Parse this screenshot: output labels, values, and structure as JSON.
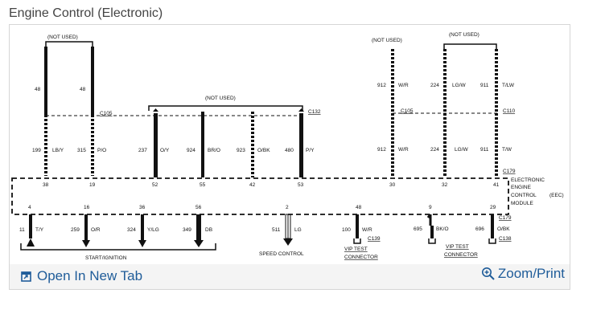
{
  "page": {
    "title": "Engine Control (Electronic)"
  },
  "footer": {
    "open_label": "Open In New Tab",
    "zoom_label": "Zoom/Print",
    "open_icon": "open-new-tab-icon",
    "zoom_icon": "zoom-in-icon"
  },
  "diagram": {
    "not_used": "(NOT USED)",
    "wires_top_left": [
      {
        "circuit": "48",
        "pin": "38",
        "lower_circuit": "199",
        "lower_color": "LB/Y"
      },
      {
        "circuit": "48",
        "pin": "19",
        "lower_circuit": "315",
        "lower_color": "P/O"
      }
    ],
    "wires_mid": [
      {
        "circuit": "237",
        "color": "O/Y",
        "pin": "52"
      },
      {
        "circuit": "924",
        "color": "BR/O",
        "pin": "55"
      },
      {
        "circuit": "923",
        "color": "O/BK",
        "pin": "42"
      },
      {
        "circuit": "480",
        "color": "P/Y",
        "pin": "53"
      }
    ],
    "wires_right": [
      {
        "circuit": "912",
        "color": "W/R",
        "pin": "30",
        "lower_circuit": "912",
        "lower_color": "W/R"
      },
      {
        "circuit": "224",
        "color": "LG/W",
        "pin": "32",
        "lower_circuit": "224",
        "lower_color": "LG/W"
      },
      {
        "circuit": "911",
        "color": "T/LW",
        "pin": "41",
        "lower_circuit": "911",
        "lower_color": "T/W"
      }
    ],
    "connectors": {
      "c105": "C105",
      "c132": "C132",
      "c110": "C110",
      "c179": "C179",
      "c139": "C139",
      "c138": "C138"
    },
    "module_lines": [
      "ELECTRONIC",
      "ENGINE",
      "CONTROL",
      "MODULE"
    ],
    "module_abbrev": "(EEC)",
    "bottom_pins": [
      "4",
      "16",
      "36",
      "56",
      "2",
      "48",
      "9",
      "29"
    ],
    "bottom_wires": [
      {
        "circuit": "11",
        "color": "T/Y"
      },
      {
        "circuit": "259",
        "color": "O/R"
      },
      {
        "circuit": "324",
        "color": "Y/LG"
      },
      {
        "circuit": "349",
        "color": "DB"
      },
      {
        "circuit": "511",
        "color": "LG"
      },
      {
        "circuit": "100",
        "color": "W/R"
      },
      {
        "circuit": "695",
        "color": "BK/O"
      },
      {
        "circuit": "696",
        "color": "O/BK"
      }
    ],
    "group_labels": {
      "start_ignition": "START/IGNITION",
      "speed_control": "SPEED CONTROL",
      "vip_test_1": "VIP TEST",
      "vip_conn_1": "CONNECTOR",
      "vip_test_2": "VIP TEST",
      "vip_conn_2": "CONNECTOR"
    }
  }
}
